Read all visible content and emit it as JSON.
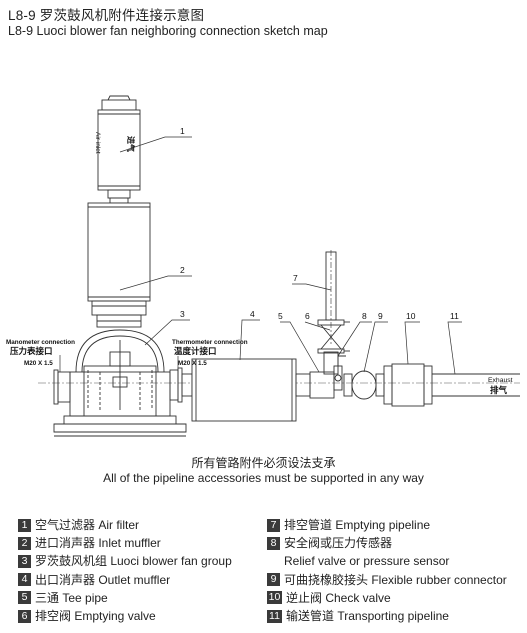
{
  "title_cn": "L8-9 罗茨鼓风机附件连接示意图",
  "title_en": "L8-9 Luoci blower fan neighboring connection sketch map",
  "drawing": {
    "air_inlet_en": "Air inlet",
    "air_inlet_cn": "进气",
    "manometer_en": "Manometer connection",
    "manometer_cn": "压力表接口",
    "manometer_thread": "M20 X 1.5",
    "thermometer_en": "Thermometer connection",
    "thermometer_cn": "温度计接口",
    "thermometer_thread": "M20 X 1.5",
    "exhaust_en": "Exhaust",
    "exhaust_cn": "排气",
    "callouts": [
      "1",
      "2",
      "3",
      "4",
      "5",
      "6",
      "7",
      "8",
      "9",
      "10",
      "11"
    ]
  },
  "note_cn": "所有管路附件必须设法支承",
  "note_en": "All of the pipeline accessories must be supported in any way",
  "legend_left": [
    {
      "num": "1",
      "text": "空气过滤器 Air filter"
    },
    {
      "num": "2",
      "text": "进口消声器 Inlet muffler"
    },
    {
      "num": "3",
      "text": "罗茨鼓风机组 Luoci blower fan group"
    },
    {
      "num": "4",
      "text": "出口消声器 Outlet muffler"
    },
    {
      "num": "5",
      "text": "三通 Tee pipe"
    },
    {
      "num": "6",
      "text": "排空阀 Emptying valve"
    }
  ],
  "legend_right": [
    {
      "num": "7",
      "text": "排空管道 Emptying pipeline"
    },
    {
      "num": "8",
      "text": "安全阀或压力传感器",
      "text2": "Relief valve or pressure sensor"
    },
    {
      "num": "9",
      "text": "可曲挠橡胶接头 Flexible rubber connector"
    },
    {
      "num": "10",
      "text": "逆止阀 Check valve"
    },
    {
      "num": "11",
      "text": "输送管道 Transporting pipeline"
    }
  ]
}
